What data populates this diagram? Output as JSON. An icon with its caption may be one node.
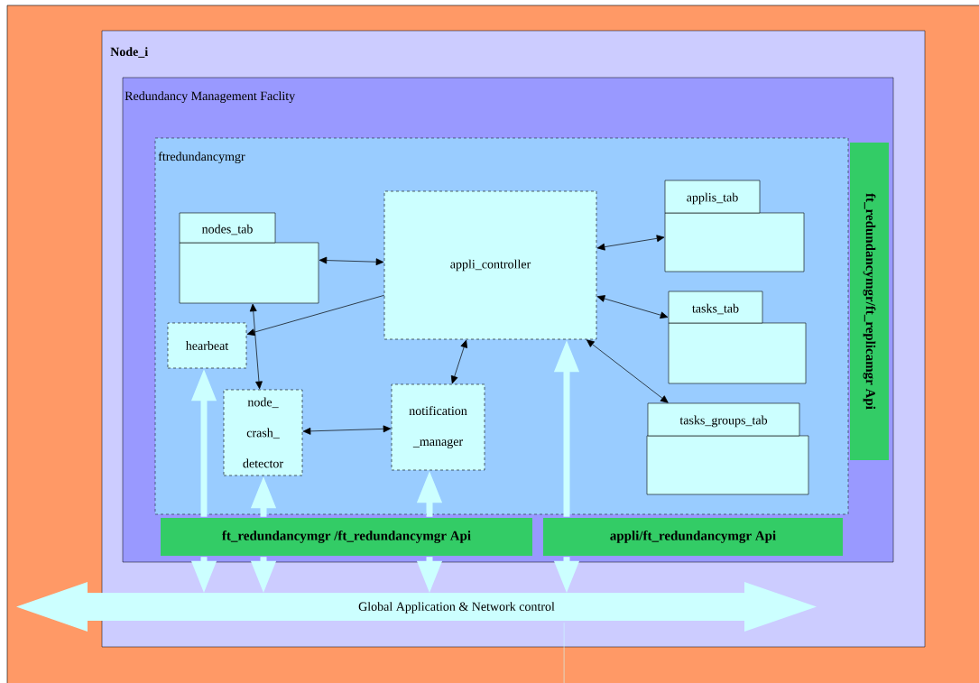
{
  "diagram": {
    "nodes": [
      {
        "text": [
          "Node_i"
        ]
      },
      {
        "text": [
          "Redundancy Management Faclity"
        ],
        "in": 0
      },
      {
        "text": [
          "ftredundancymgr"
        ],
        "in": 1
      },
      {
        "text": [
          "nodes_tab"
        ],
        "in": 2
      },
      {
        "text": [
          "appli_controller"
        ],
        "in": 2
      },
      {
        "text": [
          "applis_tab"
        ],
        "in": 2
      },
      {
        "text": [
          "tasks_tab"
        ],
        "in": 2
      },
      {
        "text": [
          "hearbeat"
        ],
        "in": 2
      },
      {
        "text": [
          "node_ crash_ detector"
        ],
        "in": 2
      },
      {
        "text": [
          "notification _manager"
        ],
        "in": 2
      },
      {
        "text": [
          "tasks_groups_tab"
        ],
        "in": 2
      },
      {
        "text": [
          "ft_redundancymgr/ft_replicamgr  Api"
        ],
        "in": 1
      },
      {
        "text": [
          "ft_redundancymgr /ft_redundancymgr Api"
        ],
        "in": 1
      },
      {
        "text": [
          "appli/ft_redundancymgr Api"
        ],
        "in": 1
      },
      {
        "text": [
          "Global Application & Network control"
        ]
      }
    ],
    "edges": [
      {
        "from": 3,
        "to": 4,
        "arrow": "both",
        "color": "#000000"
      },
      {
        "from": 4,
        "to": 5,
        "arrow": "both",
        "color": "#000000"
      },
      {
        "from": 4,
        "to": 6,
        "arrow": "both",
        "color": "#000000"
      },
      {
        "from": 4,
        "to": 10,
        "arrow": "both",
        "color": "#000000"
      },
      {
        "from": 4,
        "to": 7,
        "arrow": "to",
        "color": "#000000"
      },
      {
        "from": 3,
        "to": 8,
        "arrow": "both",
        "color": "#000000"
      },
      {
        "from": 4,
        "to": 9,
        "arrow": "both",
        "color": "#000000"
      },
      {
        "from": 8,
        "to": 9,
        "arrow": "both",
        "color": "#000000"
      },
      {
        "from": 12,
        "to": 7,
        "arrow": "to",
        "style": "thick",
        "color": "#ccffff"
      },
      {
        "from": 12,
        "to": 8,
        "arrow": "to",
        "style": "thick",
        "color": "#ccffff"
      },
      {
        "from": 12,
        "to": 9,
        "arrow": "to",
        "style": "thick",
        "color": "#ccffff"
      },
      {
        "from": 13,
        "to": 4,
        "arrow": "to",
        "style": "thick",
        "color": "#ccffff"
      },
      {
        "from": 12,
        "to": 14,
        "arrow": "to",
        "style": "thick",
        "color": "#ccffff"
      },
      {
        "from": 12,
        "to": 14,
        "arrow": "to",
        "style": "thick",
        "color": "#ccffff"
      },
      {
        "from": 12,
        "to": 14,
        "arrow": "to",
        "style": "thick",
        "color": "#ccffff"
      },
      {
        "from": 13,
        "to": 14,
        "arrow": "to",
        "style": "thick",
        "color": "#ccffff"
      },
      {
        "from": 14,
        "to": null,
        "arrow": "none",
        "color": "#ccffff"
      }
    ]
  }
}
